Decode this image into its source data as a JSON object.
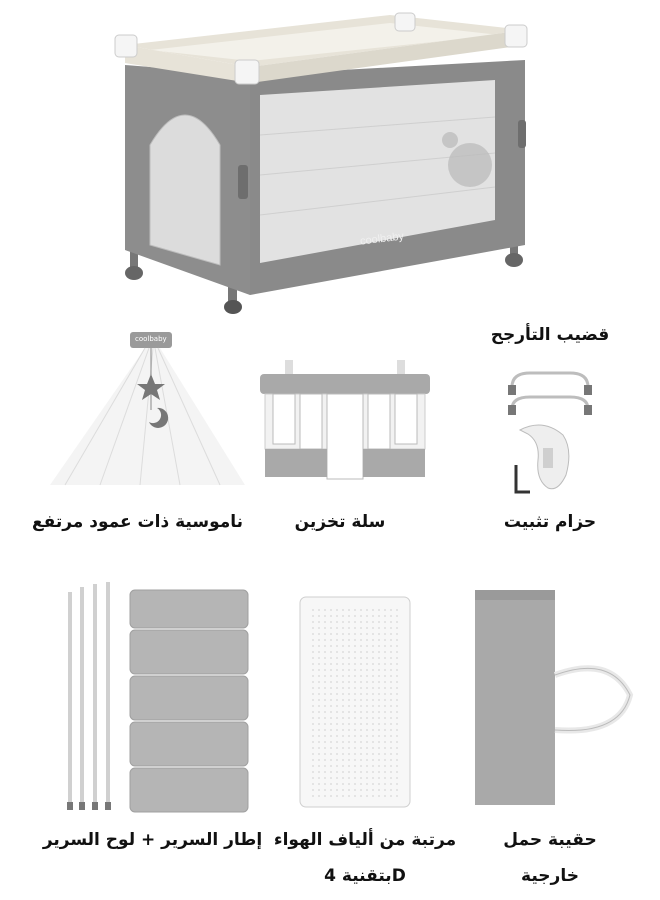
{
  "product": {
    "brand_logo": "coolbaby",
    "canopy_logo": "coolbaby"
  },
  "accessories": {
    "swing_rod": "قضيب التأرجح",
    "mosquito_net": "ناموسية ذات عمود مرتفع",
    "storage_basket": "سلة تخزين",
    "fixing_strap": "حزام تثبيت",
    "frame_and_board": "إطار السرير + لوح السرير",
    "mattress_line1": "مرتبة من ألياف الهواء",
    "mattress_line2": "Dبتقنية 4",
    "bag_line1": "حقيبة حمل",
    "bag_line2": "خارجية"
  },
  "colors": {
    "frame_gray": "#8d8d8d",
    "trim_cream": "#e7e3d8",
    "mesh_light": "#d9d9d9",
    "fabric_gray": "#a9a9a9"
  }
}
